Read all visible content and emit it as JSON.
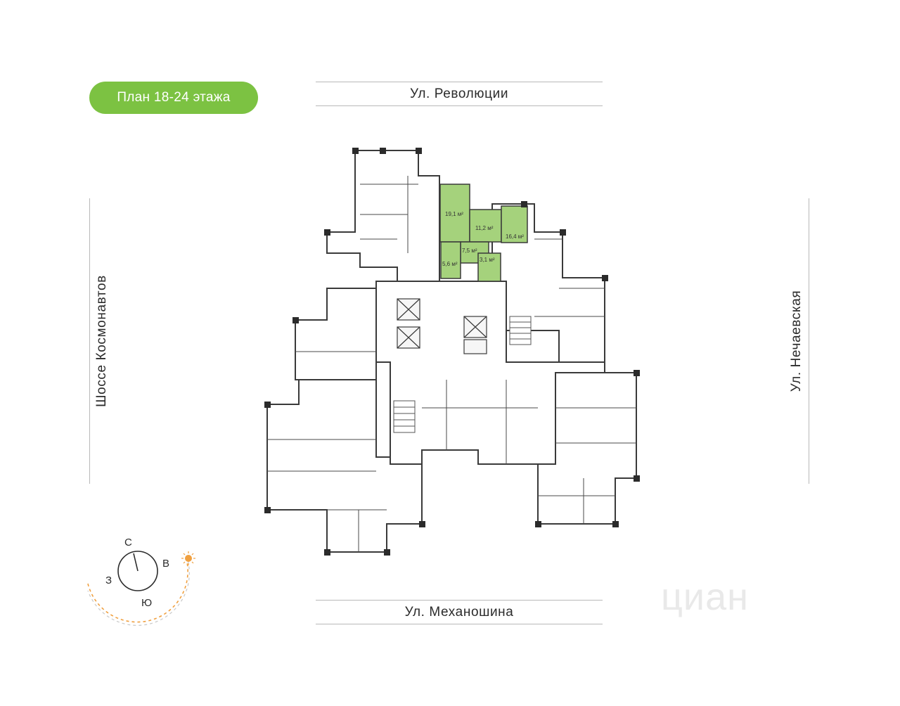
{
  "plan_badge": {
    "label": "План 18-24 этажа",
    "color": "#7cc242"
  },
  "streets": {
    "top": "Ул. Революции",
    "bottom": "Ул. Механошина",
    "left": "Шоссе Космонавтов",
    "right": "Ул. Нечаевская"
  },
  "apartment": {
    "highlight_color": "#a5d27c",
    "rooms": [
      "19,1 м²",
      "11,2 м²",
      "16,4 м²",
      "7,5 м²",
      "5,6 м²",
      "3,1 м²"
    ]
  },
  "compass": {
    "north": "С",
    "east": "В",
    "south": "Ю",
    "west": "З",
    "sun_icon": "sun-icon",
    "accent": "#f0a040"
  },
  "watermark": {
    "text": "циан"
  }
}
